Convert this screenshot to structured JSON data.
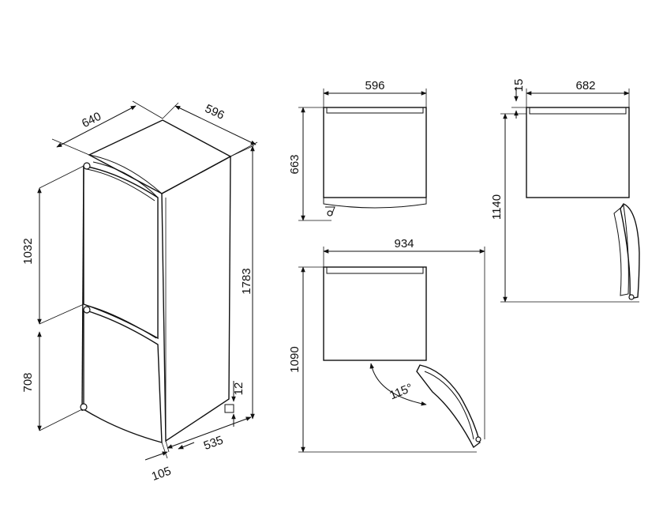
{
  "dimensions": {
    "iso_depth": "640",
    "iso_width": "596",
    "iso_upper_height": "1032",
    "iso_total_height": "1783",
    "iso_lower_height": "708",
    "iso_feet": "12",
    "iso_base_depth": "535",
    "iso_door_offset": "105",
    "top_width": "596",
    "top_depth": "663",
    "door_open_width": "934",
    "door_open_depth": "1090",
    "door_angle": "115°",
    "side_offset": "15",
    "side_width": "682",
    "side_depth": "1140"
  },
  "colors": {
    "line": "#111111",
    "background": "#ffffff"
  }
}
